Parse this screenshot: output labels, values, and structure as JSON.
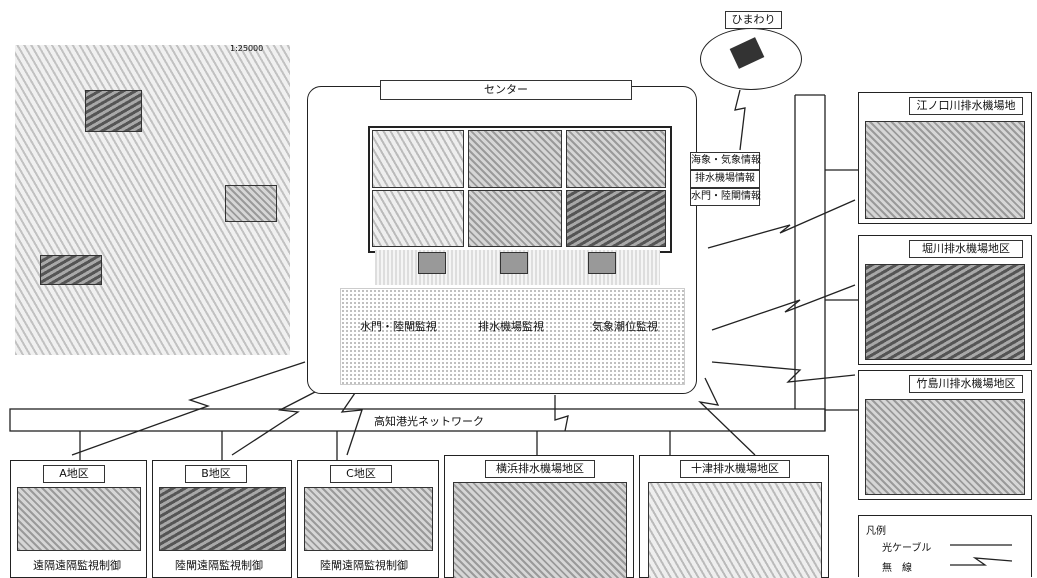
{
  "satellite": {
    "label": "ひまわり"
  },
  "scale": "1:25000",
  "center": {
    "title": "センター",
    "monitors": [
      "水門・陸閘監視",
      "排水機場監視",
      "気象潮位監視"
    ]
  },
  "info_tags": [
    "海象・気象情報",
    "排水機場情報",
    "水門・陸閘情報"
  ],
  "network": {
    "label": "高知港光ネットワーク"
  },
  "right_sites": [
    {
      "label": "江ノ口川排水機場地"
    },
    {
      "label": "堀川排水機場地区"
    },
    {
      "label": "竹島川排水機場地区"
    }
  ],
  "bottom_sites": [
    {
      "label": "A地区",
      "caption": "遠隔遠隔監視制御"
    },
    {
      "label": "B地区",
      "caption": "陸閘遠隔監視制御"
    },
    {
      "label": "C地区",
      "caption": "陸閘遠隔監視制御"
    },
    {
      "label": "横浜排水機場地区",
      "caption": ""
    },
    {
      "label": "十津排水機場地区",
      "caption": ""
    }
  ],
  "legend": {
    "title": "凡例",
    "items": [
      {
        "label": "光ケーブル",
        "symbol": "straight-line"
      },
      {
        "label": "無　線",
        "symbol": "zigzag-line"
      }
    ]
  }
}
